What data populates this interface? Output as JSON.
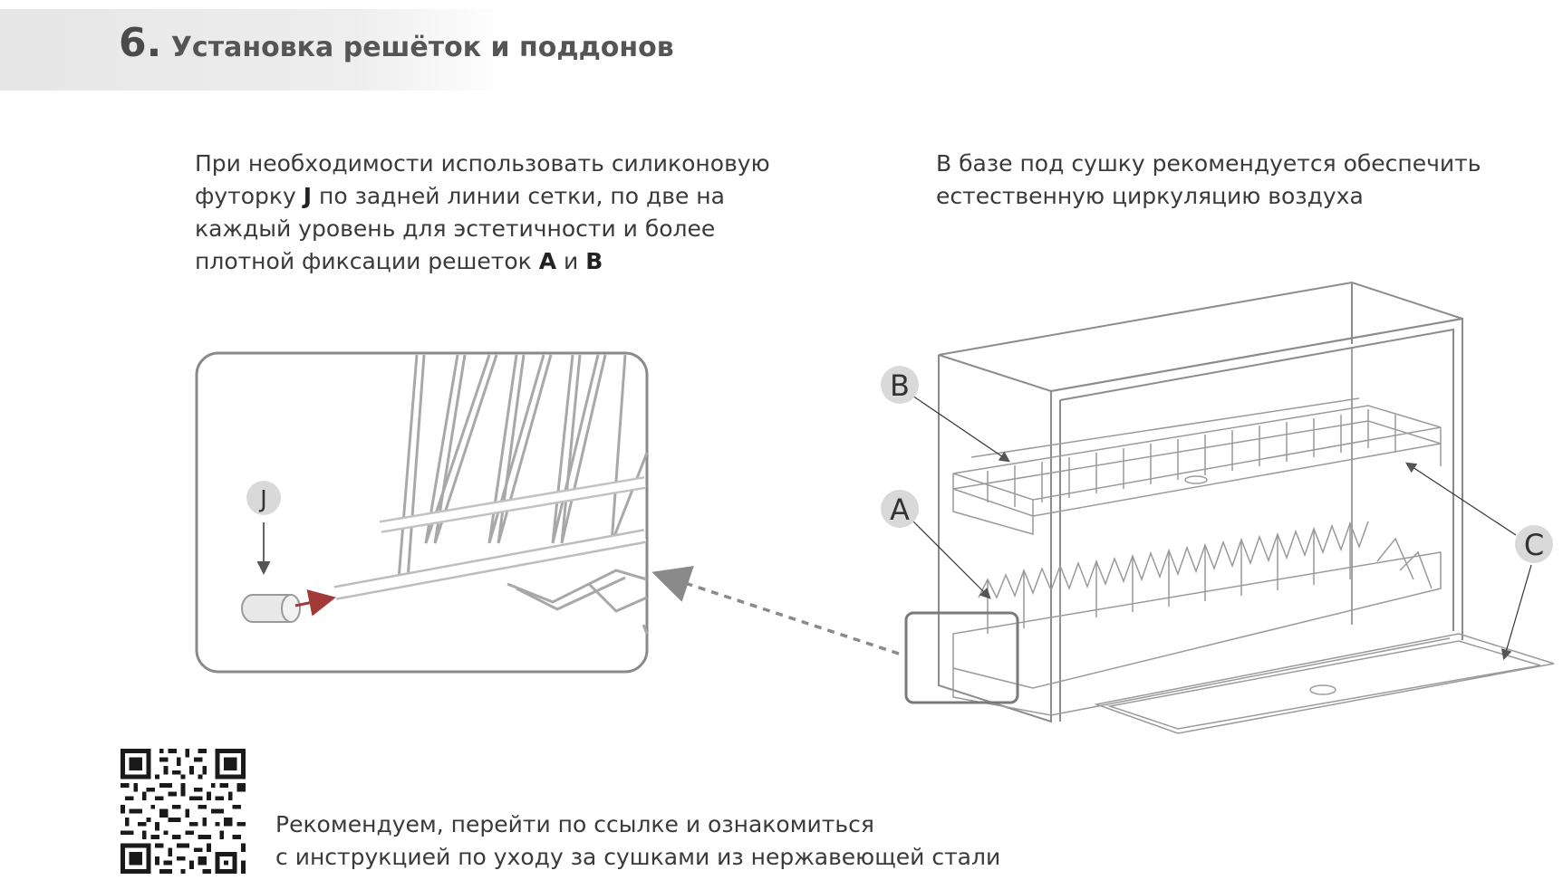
{
  "header": {
    "number": "6.",
    "title": "Установка решёток и поддонов"
  },
  "left_note": {
    "l1": "При необходимости использовать силиконовую",
    "l2_a": "футорку ",
    "l2_b": "J",
    "l2_c": " по задней линии сетки, по две на",
    "l3": "каждый уровень для эстетичности и более",
    "l4_a": "плотной фиксации решеток ",
    "l4_b": "A",
    "l4_c": " и ",
    "l4_d": "B"
  },
  "right_note": {
    "l1": "В базе под сушку рекомендуется обеспечить",
    "l2": "естественную циркуляцию воздуха"
  },
  "callouts": {
    "j": "J",
    "a": "A",
    "b": "B",
    "c": "C"
  },
  "bottom_note": {
    "l1": "Рекомендуем, перейти по ссылке и ознакомиться",
    "l2": "с инструкцией по уходу за сушками из нержавеющей стали"
  },
  "colors": {
    "text": "#333333",
    "line_art": "#9a9a9a",
    "callout_fill": "#d9d9d9",
    "accent_arrow": "#a33a3a"
  }
}
